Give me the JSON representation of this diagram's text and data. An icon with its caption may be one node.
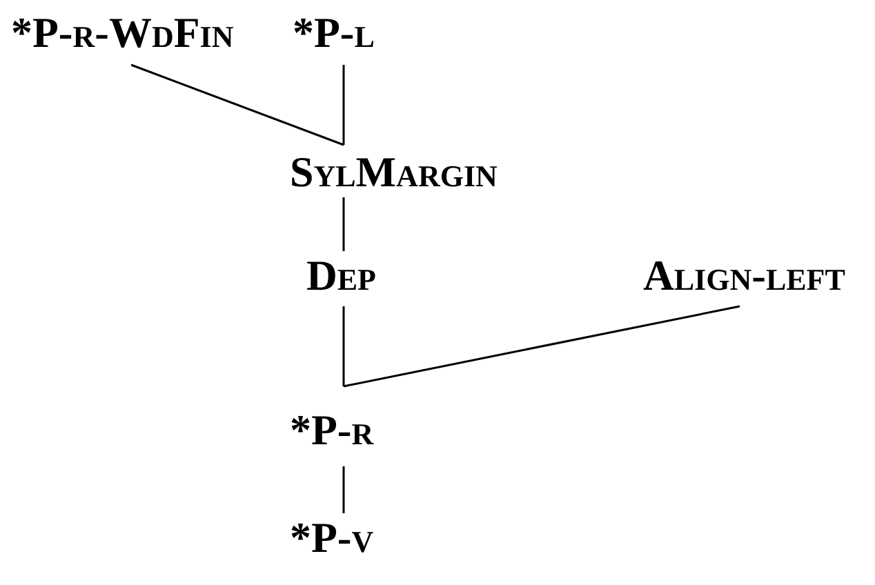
{
  "diagram": {
    "nodes": [
      {
        "text": [
          "*P-r-WdFin"
        ]
      },
      {
        "text": [
          "*P-l"
        ]
      },
      {
        "text": [
          "SylMargin"
        ]
      },
      {
        "text": [
          "Dep"
        ]
      },
      {
        "text": [
          "Align-left"
        ]
      },
      {
        "text": [
          "*P-r"
        ]
      },
      {
        "text": [
          "*P-v"
        ]
      }
    ],
    "edges": [
      {
        "from": 0,
        "to": 2,
        "arrow": "none"
      },
      {
        "from": 1,
        "to": 2,
        "arrow": "none"
      },
      {
        "from": 2,
        "to": 3,
        "arrow": "none"
      },
      {
        "from": 3,
        "to": 5,
        "arrow": "none"
      },
      {
        "from": 4,
        "to": 5,
        "arrow": "none"
      },
      {
        "from": 5,
        "to": 6,
        "arrow": "none"
      }
    ]
  }
}
